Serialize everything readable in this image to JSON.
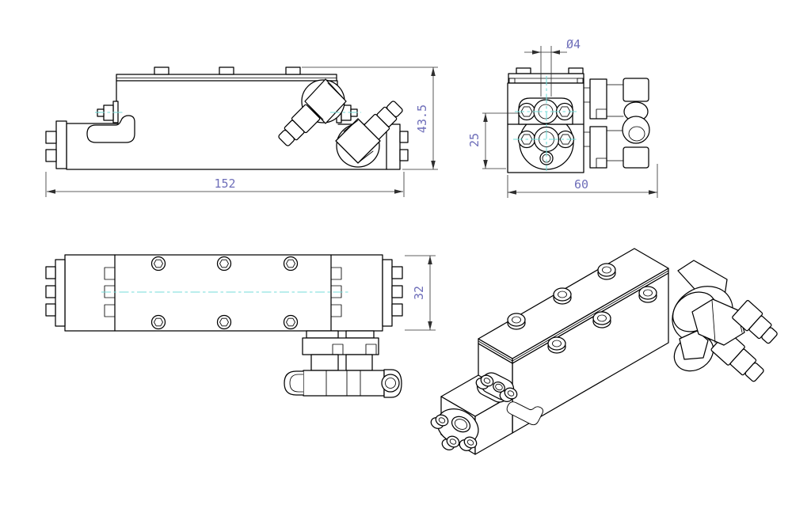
{
  "document": {
    "type": "cad-technical-drawing",
    "background": "#ffffff"
  },
  "colors": {
    "object_line": "#000000",
    "dimension_line": "#2e2e2e",
    "dimension_text": "#6e6eb9",
    "centerline": "#74ddd9"
  },
  "views": {
    "front": {
      "dimensions": {
        "length": "152",
        "height": "43.5"
      }
    },
    "end": {
      "dimensions": {
        "hole_diameter": "Ø4",
        "hole_offset": "25",
        "width": "60"
      }
    },
    "plan": {
      "dimensions": {
        "depth": "32"
      }
    },
    "isometric": {
      "dimensions": {}
    }
  }
}
